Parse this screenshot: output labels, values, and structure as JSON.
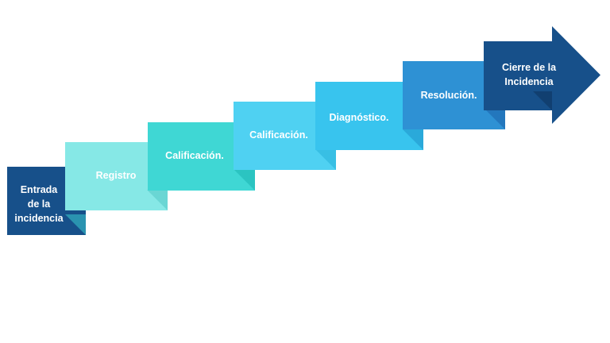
{
  "steps": [
    {
      "lines": [
        "Entrada",
        "de la",
        "incidencia"
      ],
      "color": "#17508a",
      "fold": "#2a93b0"
    },
    {
      "lines": [
        "Registro"
      ],
      "color": "#86e8e6",
      "fold": "#6ad6d4"
    },
    {
      "lines": [
        "Calificación."
      ],
      "color": "#3fd7d4",
      "fold": "#2bc4c1"
    },
    {
      "lines": [
        "Calificación."
      ],
      "color": "#4fd1f2",
      "fold": "#38bfe4"
    },
    {
      "lines": [
        "Diagnóstico."
      ],
      "color": "#38c4ee",
      "fold": "#2aa9da"
    },
    {
      "lines": [
        "Resolución."
      ],
      "color": "#2e91d4",
      "fold": "#2377bd"
    },
    {
      "lines": [
        "Cierre de la",
        "Incidencia"
      ],
      "color": "#17508a",
      "fold": "#113f70"
    }
  ]
}
